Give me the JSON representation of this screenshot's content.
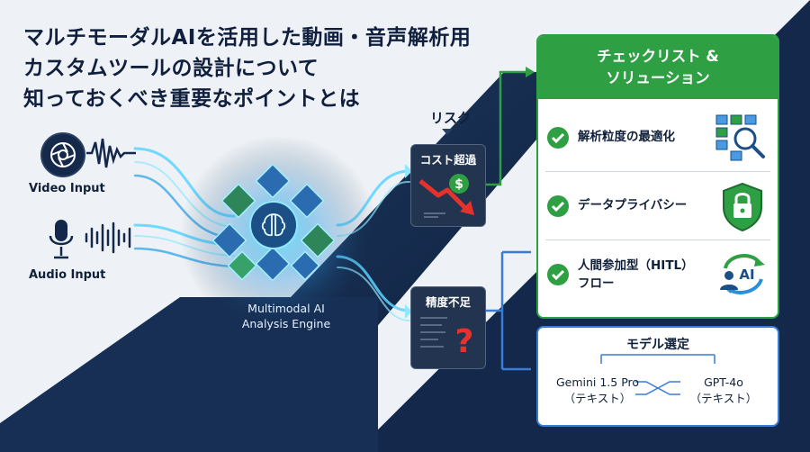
{
  "title_lines": [
    "マルチモーダルAIを活用した動画・音声解析用",
    "カスタムツールの設計について",
    "知っておくべき重要なポイントとは"
  ],
  "inputs": {
    "video_label": "Video Input",
    "audio_label": "Audio Input"
  },
  "engine": {
    "line1": "Multimodal AI",
    "line2": "Analysis Engine"
  },
  "risk": {
    "label": "リスク",
    "cost_title": "コスト超過",
    "accuracy_title": "精度不足"
  },
  "checklist": {
    "header_line1": "チェックリスト &",
    "header_line2": "ソリューション",
    "items": [
      {
        "line1": "解析粒度の最適化",
        "line2": ""
      },
      {
        "line1": "データプライバシー",
        "line2": ""
      },
      {
        "line1": "人間参加型（HITL）",
        "line2": "フロー"
      }
    ],
    "ai_badge": "AI"
  },
  "model_selection": {
    "title": "モデル選定",
    "left_line1": "Gemini 1.5 Pro",
    "left_line2": "（テキスト）",
    "right_line1": "GPT-4o",
    "right_line2": "（テキスト）"
  },
  "colors": {
    "navy": "#13284a",
    "green": "#2ea043",
    "blue": "#3a7bd5",
    "cyan_glow": "#5ad4ff",
    "red": "#e5322d"
  },
  "icons": [
    "camera-aperture-icon",
    "sound-wave-icon",
    "microphone-icon",
    "brain-icon",
    "dollar-coin-icon",
    "down-trend-arrow-icon",
    "question-mark-icon",
    "check-icon",
    "magnify-data-icon",
    "lock-shield-icon",
    "person-cycle-ai-icon"
  ]
}
